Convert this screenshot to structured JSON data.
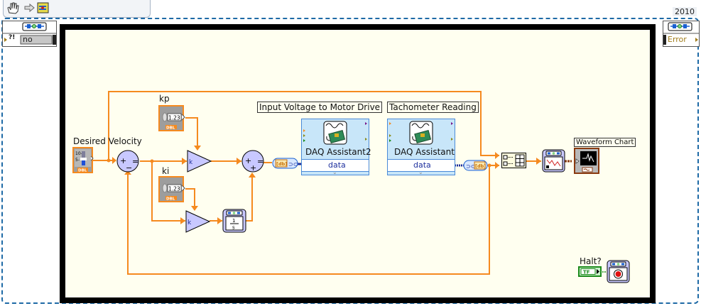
{
  "toolbar": {
    "icons": [
      "hand-tool-icon",
      "arrow-icon",
      "vi-icon"
    ]
  },
  "version_label": "2010",
  "loop": {
    "left_shift_register": {
      "value": "no",
      "indicator": "?!"
    },
    "right_shift_register": {
      "value": "Error"
    }
  },
  "colors": {
    "wire_orange": "#f58a1f",
    "wire_blue": "#1d2f9d",
    "frame_black": "#000000",
    "canvas_bg": "#fffff0",
    "node_fill": "#c8c8ff",
    "loop_border": "#1e6aa6",
    "boolean_green": "#1b8a1b"
  },
  "controls": {
    "desired_velocity": {
      "label": "Desired Velocity",
      "type": "DBL",
      "ticks": [
        "10-",
        "5-"
      ]
    },
    "kp": {
      "label": "kp",
      "type": "DBL",
      "value": "1.23"
    },
    "ki": {
      "label": "ki",
      "type": "DBL",
      "value": "1.23"
    },
    "halt": {
      "label": "Halt?",
      "type": "TF"
    }
  },
  "nodes": {
    "subtract": {
      "symbols": [
        "+",
        "−",
        "="
      ]
    },
    "add": {
      "symbols": [
        "+",
        "+",
        "="
      ]
    },
    "gain_kp": {
      "symbol": "k"
    },
    "gain_ki": {
      "symbol": "k"
    },
    "integrator": {
      "numerator": "1",
      "denominator": "s"
    },
    "to_dynamic_data": {
      "text": "[db]"
    },
    "from_dynamic_data": {
      "text": "[db]"
    }
  },
  "express_vis": [
    {
      "label": "Input Voltage to Motor Drive",
      "name": "DAQ Assistant2",
      "port": "data"
    },
    {
      "label": "Tachometer Reading",
      "name": "DAQ Assistant",
      "port": "data"
    }
  ],
  "indicators": {
    "waveform_chart": {
      "label": "Waveform Chart"
    }
  }
}
